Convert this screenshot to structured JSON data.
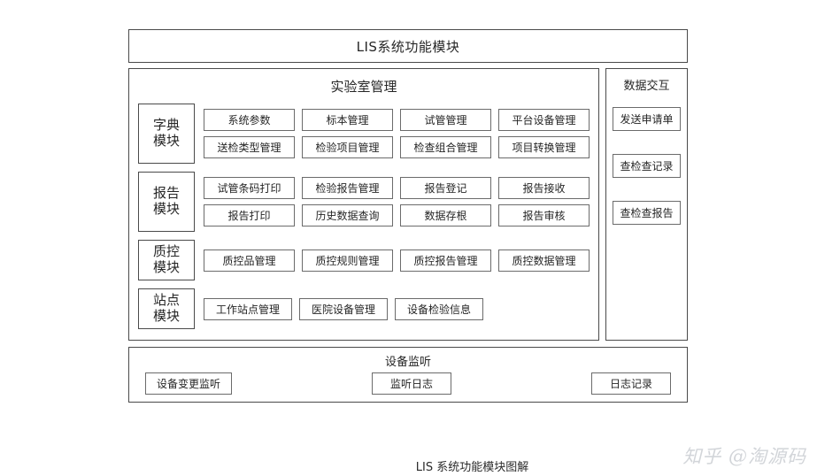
{
  "title_bar": {
    "label": "LIS系统功能模块"
  },
  "lab_panel": {
    "title": "实验室管理",
    "modules": [
      {
        "tag": "字典\n模块",
        "tag_line1": "字典",
        "tag_line2": "模块",
        "rows": [
          [
            "系统参数",
            "标本管理",
            "试管管理",
            "平台设备管理"
          ],
          [
            "送检类型管理",
            "检验项目管理",
            "检查组合管理",
            "项目转换管理"
          ]
        ]
      },
      {
        "tag_line1": "报告",
        "tag_line2": "模块",
        "rows": [
          [
            "试管条码打印",
            "检验报告管理",
            "报告登记",
            "报告接收"
          ],
          [
            "报告打印",
            "历史数据查询",
            "数据存根",
            "报告审核"
          ]
        ]
      },
      {
        "tag_line1": "质控",
        "tag_line2": "模块",
        "rows": [
          [
            "质控品管理",
            "质控规则管理",
            "质控报告管理",
            "质控数据管理"
          ]
        ]
      },
      {
        "tag_line1": "站点",
        "tag_line2": "模块",
        "rows": [
          [
            "工作站点管理",
            "医院设备管理",
            "设备检验信息"
          ]
        ]
      }
    ]
  },
  "data_panel": {
    "title": "数据交互",
    "buttons": [
      "发送申请单",
      "查检查记录",
      "查检查报告"
    ]
  },
  "monitor_panel": {
    "title": "设备监听",
    "buttons": [
      "设备变更监听",
      "监听日志",
      "日志记录"
    ]
  },
  "caption": {
    "text": "LIS 系统功能模块图解"
  },
  "watermark": {
    "text": "知乎 @淘源码"
  },
  "colors": {
    "outline_strong": "#4a4a4a",
    "outline_light": "#6b6b6b",
    "text": "#262626",
    "watermark": "#d2d5d9",
    "background": "#ffffff"
  }
}
